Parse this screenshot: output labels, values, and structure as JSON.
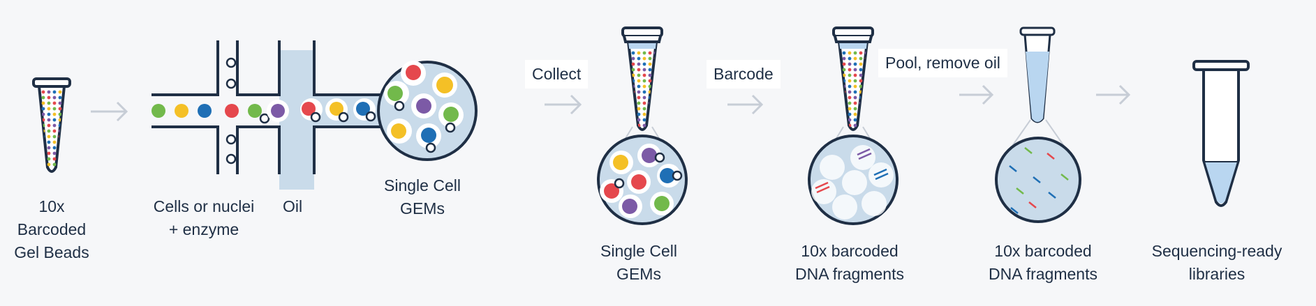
{
  "colors": {
    "outline": "#1f2f45",
    "background": "#f6f7f9",
    "channel_fill": "#c9dbea",
    "arrow": "#c7cdd6",
    "liquid": "#b9d6f0",
    "bead_green": "#72b94b",
    "bead_yellow": "#f4c026",
    "bead_blue": "#1f6fb5",
    "bead_red": "#e5484d",
    "bead_purple": "#7c5aa6"
  },
  "labels": {
    "gel_beads": [
      "10x",
      "Barcoded",
      "Gel Beads"
    ],
    "cells": [
      "Cells or nuclei",
      "+ enzyme"
    ],
    "oil": "Oil",
    "gems_chip": [
      "Single Cell",
      "GEMs"
    ],
    "gems_tube": [
      "Single Cell",
      "GEMs"
    ],
    "dna_barcoded": [
      "10x barcoded",
      "DNA fragments"
    ],
    "dna_pooled": [
      "10x barcoded",
      "DNA fragments"
    ],
    "libraries": [
      "Sequencing-ready",
      "libraries"
    ]
  },
  "steps": {
    "collect": "Collect",
    "barcode": "Barcode",
    "pool": "Pool, remove oil"
  },
  "icons": [
    "tube-icon",
    "arrow-right-icon",
    "microfluidic-chip-icon",
    "gem-droplet-icon",
    "dna-fragment-icon"
  ]
}
